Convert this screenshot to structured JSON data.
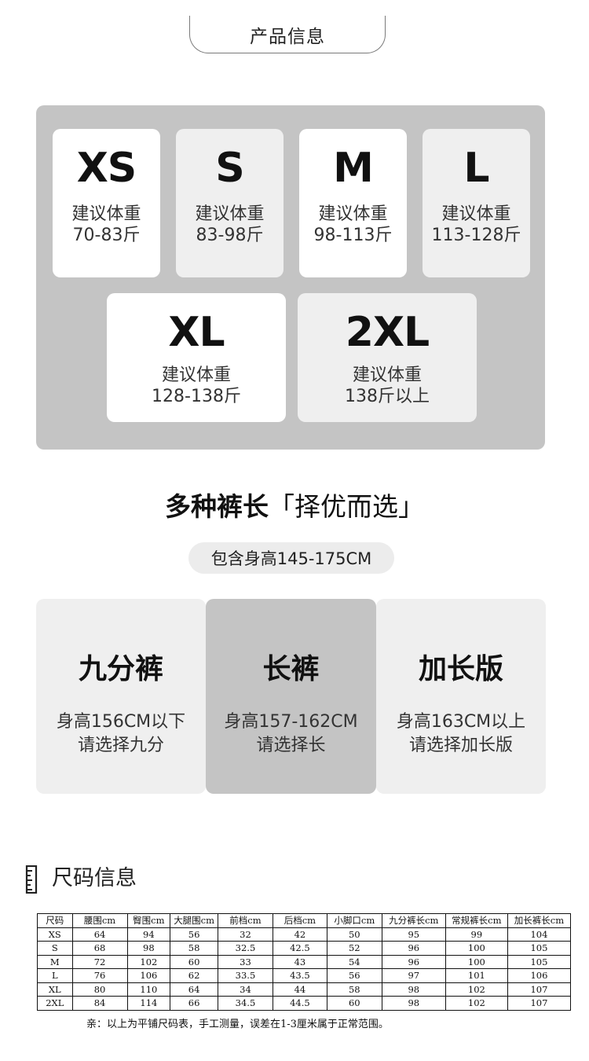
{
  "header": {
    "title": "产品信息"
  },
  "sizes": [
    {
      "code": "XS",
      "label": "建议体重",
      "range": "70-83斤"
    },
    {
      "code": "S",
      "label": "建议体重",
      "range": "83-98斤"
    },
    {
      "code": "M",
      "label": "建议体重",
      "range": "98-113斤"
    },
    {
      "code": "L",
      "label": "建议体重",
      "range": "113-128斤"
    },
    {
      "code": "XL",
      "label": "建议体重",
      "range": "128-138斤"
    },
    {
      "code": "2XL",
      "label": "建议体重",
      "range": "138斤以上"
    }
  ],
  "lengths": {
    "title_bold": "多种裤长",
    "title_rest": "「择优而选」",
    "height_range": "包含身高145-175CM",
    "options": [
      {
        "name": "九分裤",
        "height": "身高156CM以下",
        "advice": "请选择九分"
      },
      {
        "name": "长裤",
        "height": "身高157-162CM",
        "advice": "请选择长"
      },
      {
        "name": "加长版",
        "height": "身高163CM以上",
        "advice": "请选择加长版"
      }
    ]
  },
  "size_info": {
    "title": "尺码信息",
    "icon": "ruler-icon",
    "headers": [
      "尺码",
      "腰围cm",
      "臀围cm",
      "大腿围cm",
      "前档cm",
      "后档cm",
      "小脚口cm",
      "九分裤长cm",
      "常规裤长cm",
      "加长裤长cm"
    ],
    "rows": [
      [
        "XS",
        "64",
        "94",
        "56",
        "32",
        "42",
        "50",
        "95",
        "99",
        "104"
      ],
      [
        "S",
        "68",
        "98",
        "58",
        "32.5",
        "42.5",
        "52",
        "96",
        "100",
        "105"
      ],
      [
        "M",
        "72",
        "102",
        "60",
        "33",
        "43",
        "54",
        "96",
        "100",
        "105"
      ],
      [
        "L",
        "76",
        "106",
        "62",
        "33.5",
        "43.5",
        "56",
        "97",
        "101",
        "106"
      ],
      [
        "XL",
        "80",
        "110",
        "64",
        "34",
        "44",
        "58",
        "98",
        "102",
        "107"
      ],
      [
        "2XL",
        "84",
        "114",
        "66",
        "34.5",
        "44.5",
        "60",
        "98",
        "102",
        "107"
      ]
    ],
    "note": "亲：以上为平铺尺码表，手工测量，误差在1-3厘米属于正常范围。"
  }
}
